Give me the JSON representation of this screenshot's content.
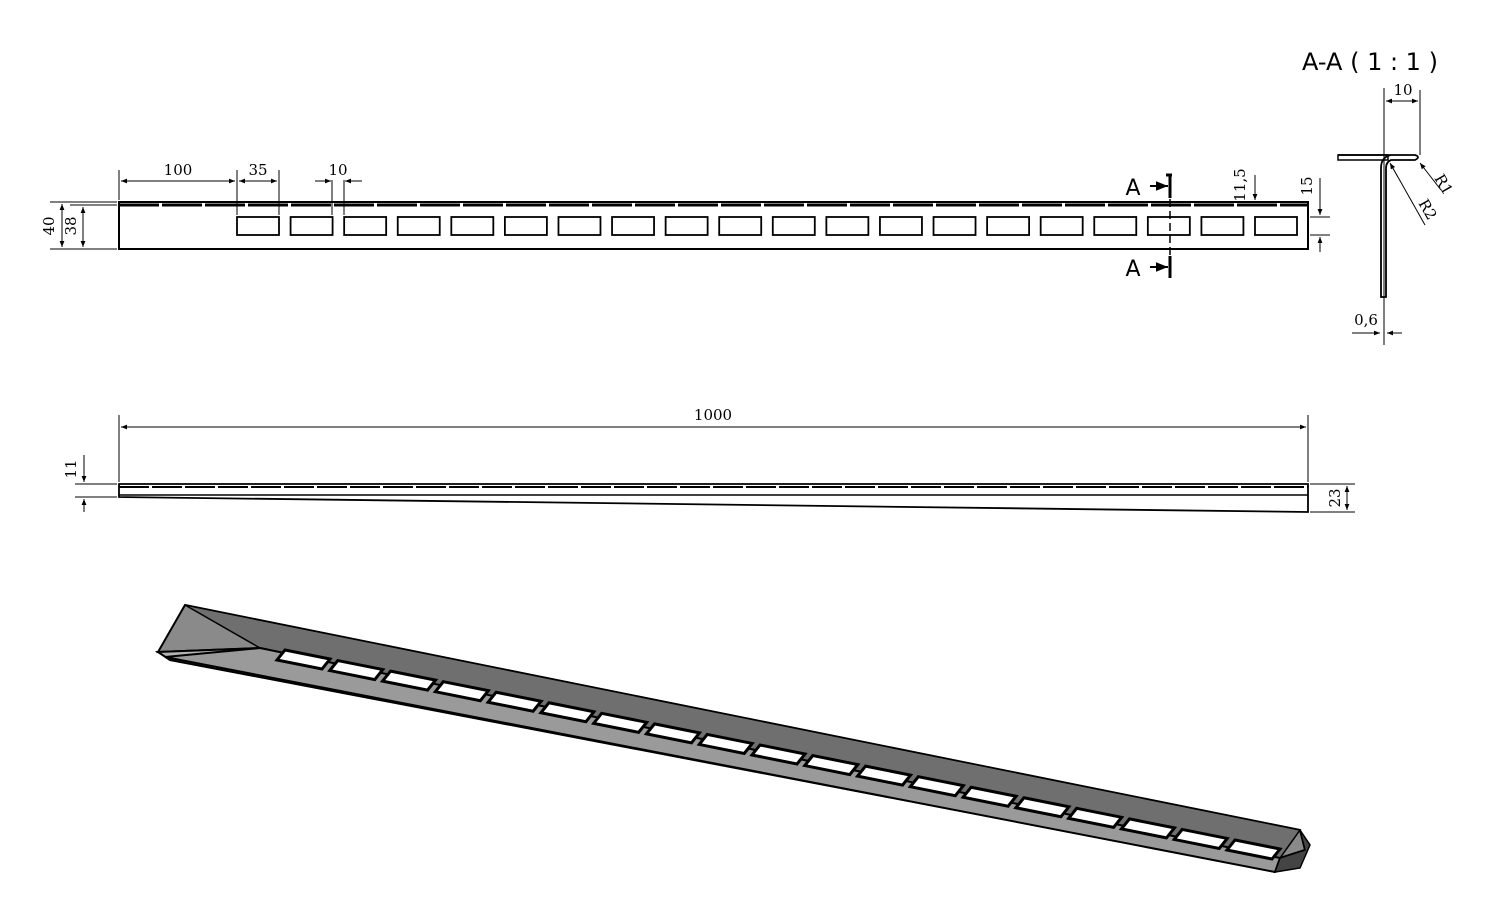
{
  "section_view": {
    "title": "A-A ( 1 : 1 )",
    "dim_width": "10",
    "dim_r1": "R1",
    "dim_r2": "R2",
    "dim_thickness": "0,6"
  },
  "front_view": {
    "dim_start_offset": "100",
    "dim_slot_length": "35",
    "dim_slot_gap": "10",
    "dim_height_outer": "40",
    "dim_height_inner": "38",
    "dim_slot_top": "11,5",
    "dim_slot_height": "15",
    "section_label_top": "A",
    "section_label_bottom": "A",
    "slot_count": 20
  },
  "top_view": {
    "dim_length": "1000",
    "dim_left_height": "11",
    "dim_right_height": "23"
  },
  "iso_view": {
    "slot_count": 19
  }
}
